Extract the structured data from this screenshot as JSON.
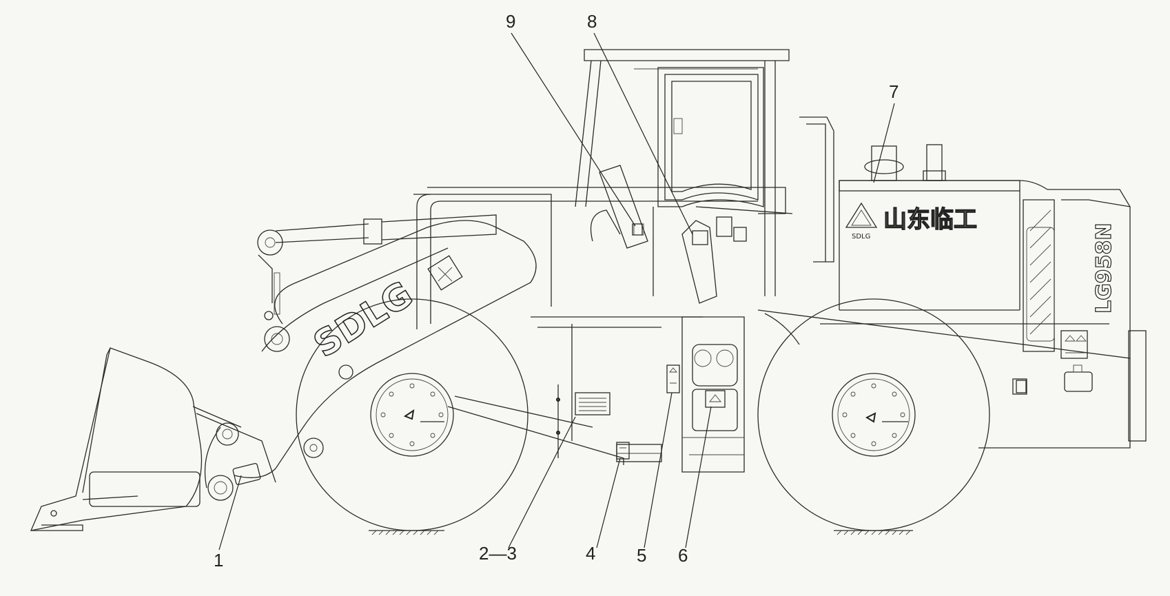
{
  "callouts": [
    {
      "id": "1",
      "label": "1"
    },
    {
      "id": "2-3",
      "label": "2—3"
    },
    {
      "id": "4",
      "label": "4"
    },
    {
      "id": "5",
      "label": "5"
    },
    {
      "id": "6",
      "label": "6"
    },
    {
      "id": "7",
      "label": "7"
    },
    {
      "id": "8",
      "label": "8"
    },
    {
      "id": "9",
      "label": "9"
    }
  ],
  "branding": {
    "boom_logo": "SDLG",
    "emblem_text": "SDLG",
    "chinese_name": "山东临工",
    "model": "LG958N"
  },
  "colors": {
    "line": "#2a2a2a",
    "background": "#f7f7f3"
  }
}
